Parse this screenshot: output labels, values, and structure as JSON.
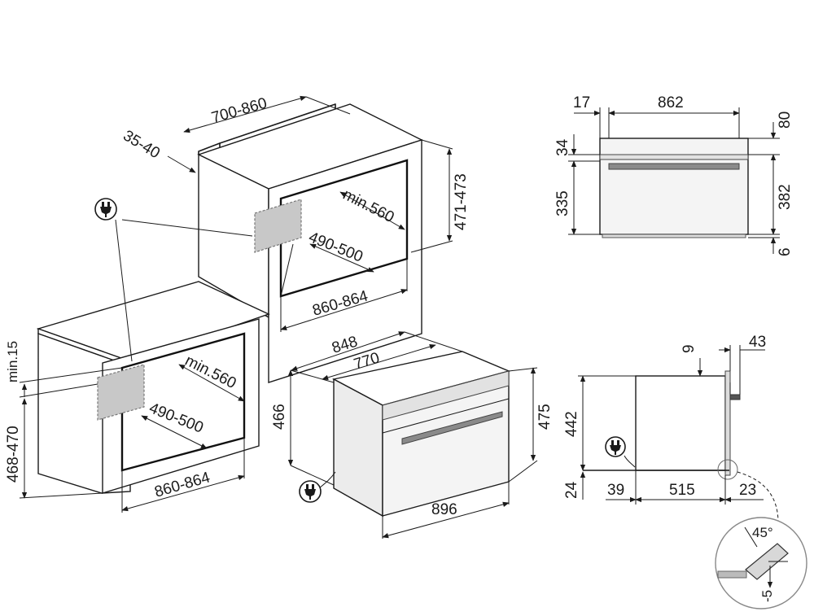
{
  "dimensions": {
    "column_depth": "700-860",
    "column_back_gap": "35-40",
    "column_niche_height": "471-473",
    "column_niche_depth_min": "min.560",
    "column_niche_depth_range": "490-500",
    "column_niche_width": "860-864",
    "under_clearance_min": "min.15",
    "under_niche_height": "468-470",
    "under_niche_depth_min": "min.560",
    "under_niche_depth_range": "490-500",
    "under_niche_width": "860-864",
    "oven_depth_total": "848",
    "oven_depth_body": "770",
    "oven_body_height": "466",
    "oven_front_height": "475",
    "oven_front_width": "896",
    "front_side_offset": "17",
    "front_inner_width": "862",
    "front_top_height": "80",
    "front_control_panel": "34",
    "front_door_height": "335",
    "front_body_height": "382",
    "front_bottom_gap": "6",
    "side_top_gap": "9",
    "side_front_protrusion": "43",
    "side_height": "442",
    "side_base_height": "24",
    "side_back_offset": "39",
    "side_depth": "515",
    "side_front_depth": "23",
    "detail_angle": "45°",
    "detail_step": "-5"
  }
}
